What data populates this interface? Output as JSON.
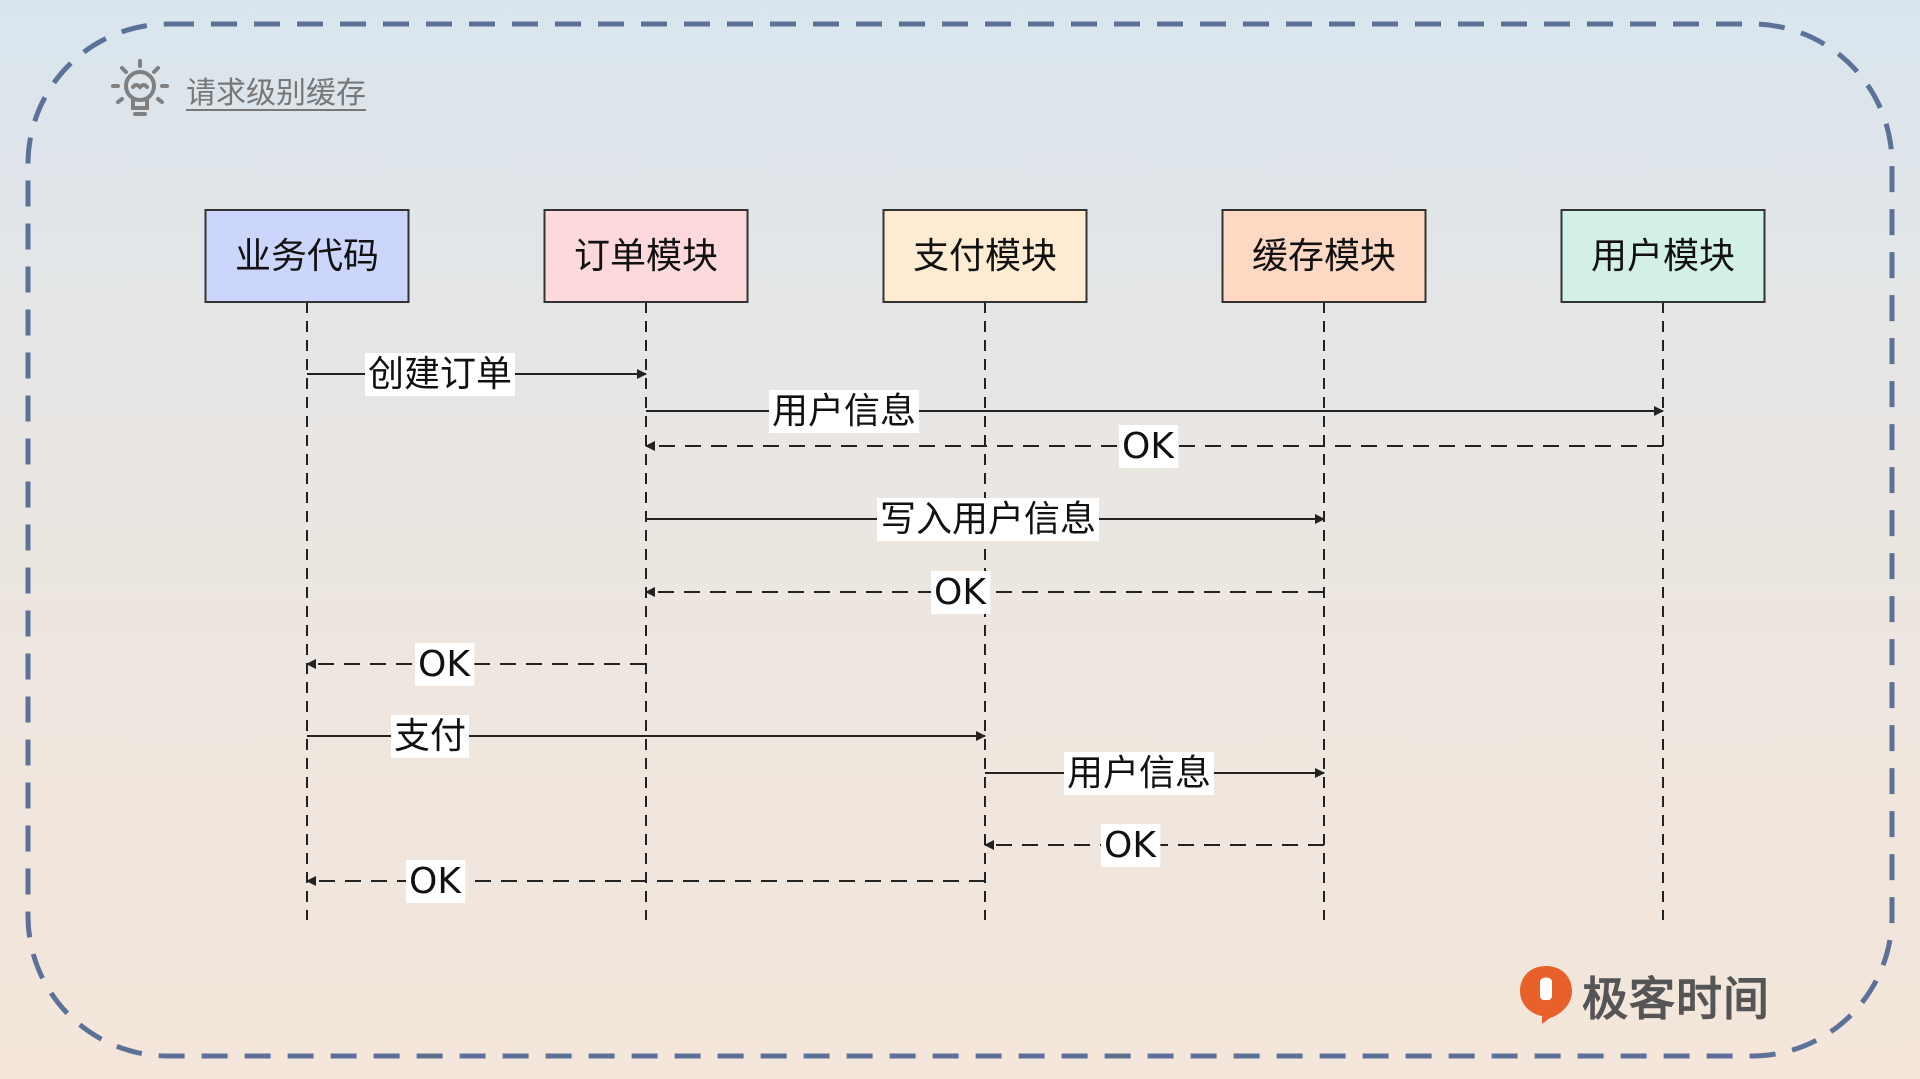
{
  "title": "请求级别缓存",
  "colors": {
    "frame": "#5b7198",
    "line": "#222222",
    "label_bg": "#ffffff",
    "brand": "#e8612a"
  },
  "icons": {
    "title_icon": "lightbulb-icon",
    "brand_icon": "geektime-logo-icon"
  },
  "participants": [
    {
      "label": "业务代码",
      "fill": "#ccd5fb"
    },
    {
      "label": "订单模块",
      "fill": "#fdd9db"
    },
    {
      "label": "支付模块",
      "fill": "#fdecd1"
    },
    {
      "label": "缓存模块",
      "fill": "#fdd9c3"
    },
    {
      "label": "用户模块",
      "fill": "#d2f0e8"
    }
  ],
  "messages": [
    {
      "from": 0,
      "to": 1,
      "label": "创建订单",
      "style": "solid"
    },
    {
      "from": 1,
      "to": 4,
      "label": "用户信息",
      "style": "solid"
    },
    {
      "from": 4,
      "to": 1,
      "label": "OK",
      "style": "dashed"
    },
    {
      "from": 1,
      "to": 3,
      "label": "写入用户信息",
      "style": "solid"
    },
    {
      "from": 3,
      "to": 1,
      "label": "OK",
      "style": "dashed"
    },
    {
      "from": 1,
      "to": 0,
      "label": "OK",
      "style": "dashed"
    },
    {
      "from": 0,
      "to": 2,
      "label": "支付",
      "style": "solid"
    },
    {
      "from": 2,
      "to": 3,
      "label": "用户信息",
      "style": "solid"
    },
    {
      "from": 3,
      "to": 2,
      "label": "OK",
      "style": "dashed"
    },
    {
      "from": 2,
      "to": 0,
      "label": "OK",
      "style": "dashed"
    }
  ],
  "brand": {
    "name": "极客时间"
  }
}
